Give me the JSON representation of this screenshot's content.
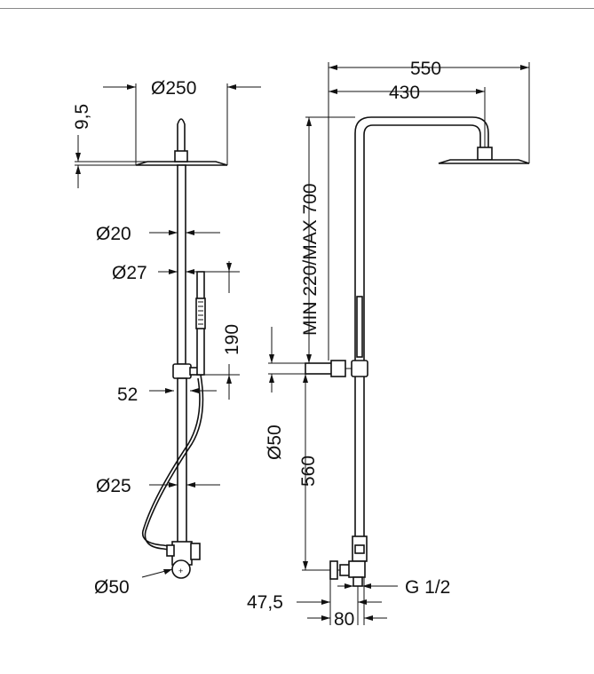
{
  "drawing": {
    "front_view": {
      "head_diameter": "Ø250",
      "head_thickness": "9,5",
      "upper_tube_diameter": "Ø20",
      "hand_shower_diameter": "Ø27",
      "hand_shower_length": "190",
      "bracket_offset": "52",
      "lower_tube_diameter": "Ø25",
      "mixer_diameter": "Ø50"
    },
    "side_view": {
      "total_reach": "550",
      "arm_reach": "430",
      "height_range": "MIN 220/MAX 700",
      "bracket_diameter": "Ø50",
      "bracket_height": "560",
      "thread": "G 1/2",
      "wall_offset": "47,5",
      "connection_spacing": "80"
    }
  }
}
